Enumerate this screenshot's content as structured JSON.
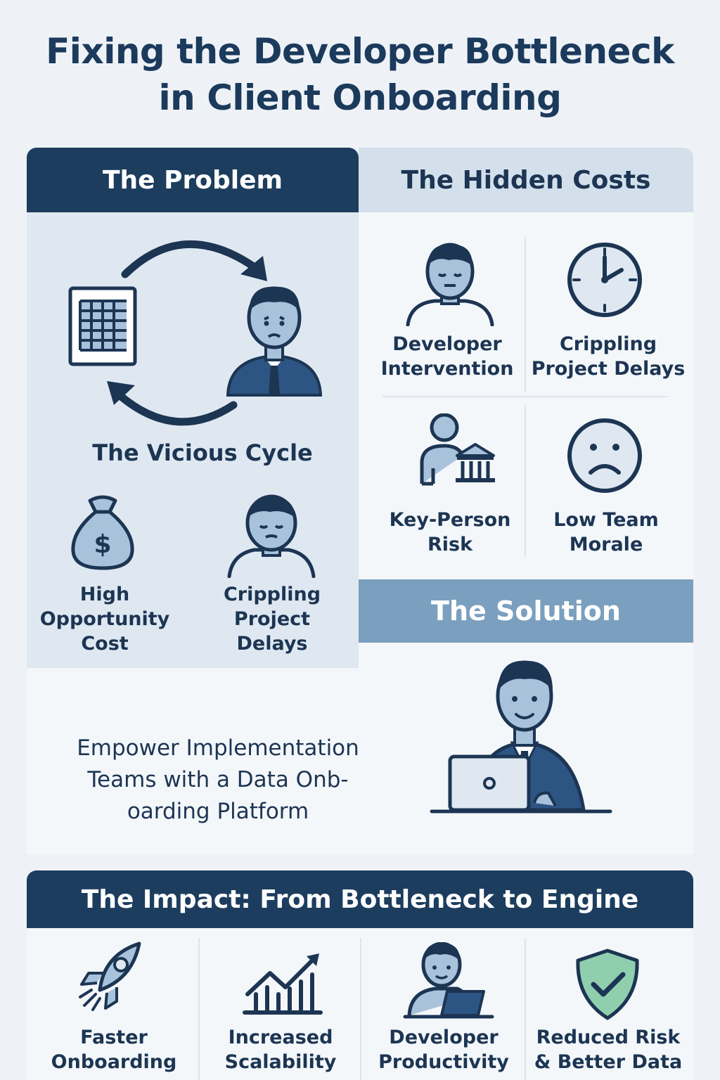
{
  "title": {
    "line1": "Fixing the Developer Bottleneck",
    "line2": "in Client Onboarding"
  },
  "problem": {
    "heading": "The Problem",
    "cycle_label": "The Vicious Cycle",
    "items": [
      {
        "lines": [
          "High",
          "Opportunity",
          "Cost"
        ],
        "icon": "money-bag-icon"
      },
      {
        "lines": [
          "Crippling",
          "Project",
          "Delays"
        ],
        "icon": "tired-person-icon"
      }
    ]
  },
  "hidden_costs": {
    "heading": "The Hidden Costs",
    "items": [
      {
        "lines": [
          "Developer",
          "Intervention"
        ],
        "icon": "developer-icon"
      },
      {
        "lines": [
          "Crippling",
          "Project Delays"
        ],
        "icon": "clock-icon"
      },
      {
        "lines": [
          "Key-Person",
          "Risk"
        ],
        "icon": "person-bank-icon"
      },
      {
        "lines": [
          "Low Team",
          "Morale"
        ],
        "icon": "sad-face-icon"
      }
    ]
  },
  "solution": {
    "heading": "The Solution",
    "lines": [
      "Empower Implementation",
      "Teams with a Data Onb-",
      "oarding Platform"
    ]
  },
  "impact": {
    "heading": "The Impact: From Bottleneck to Engine",
    "items": [
      {
        "lines": [
          "Faster",
          "Onboarding"
        ],
        "icon": "rocket-icon"
      },
      {
        "lines": [
          "Increased",
          "Scalability"
        ],
        "icon": "growth-chart-icon"
      },
      {
        "lines": [
          "Developer",
          "Productivity"
        ],
        "icon": "developer-laptop-icon"
      },
      {
        "lines": [
          "Reduced Risk",
          "& Better Data"
        ],
        "icon": "shield-check-icon"
      }
    ]
  },
  "colors": {
    "navy": "#1c3d5e",
    "light_blue": "#dfe8f1",
    "mid_blue": "#7b9fbf",
    "icon_fill": "#a9c2dc",
    "shield_green": "#8fcfae"
  }
}
